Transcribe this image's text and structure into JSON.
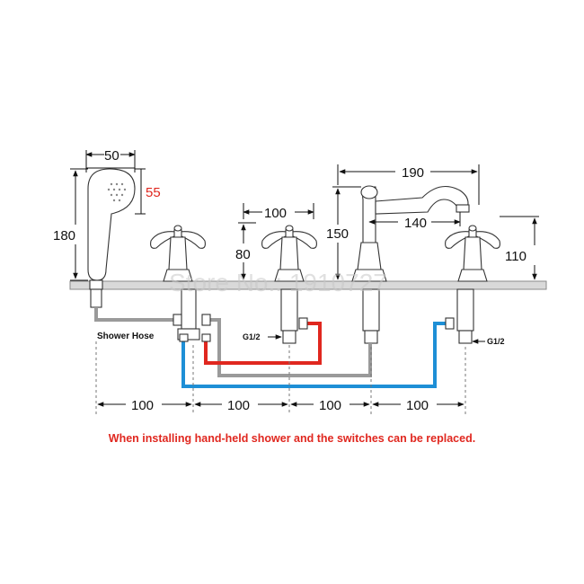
{
  "dimensions": {
    "handshower_width": "50",
    "handshower_head_height": "55",
    "handshower_length": "180",
    "handle_spread": "100",
    "handle_height": "80",
    "spout_height": "150",
    "spout_reach_overall": "190",
    "spout_reach": "140",
    "handle_right_height": "110",
    "spacing": [
      "100",
      "100",
      "100",
      "100"
    ]
  },
  "labels": {
    "shower_hose": "Shower Hose",
    "thread_left": "G1/2",
    "thread_right": "G1/2"
  },
  "watermark": "Store No.: 1910727",
  "footnote": "When installing hand-held shower and the switches can be replaced.",
  "colors": {
    "hot": "#e0271f",
    "cold": "#1e8fd6",
    "mixed": "#9a9a9a",
    "deck": "#d9d9d9"
  }
}
